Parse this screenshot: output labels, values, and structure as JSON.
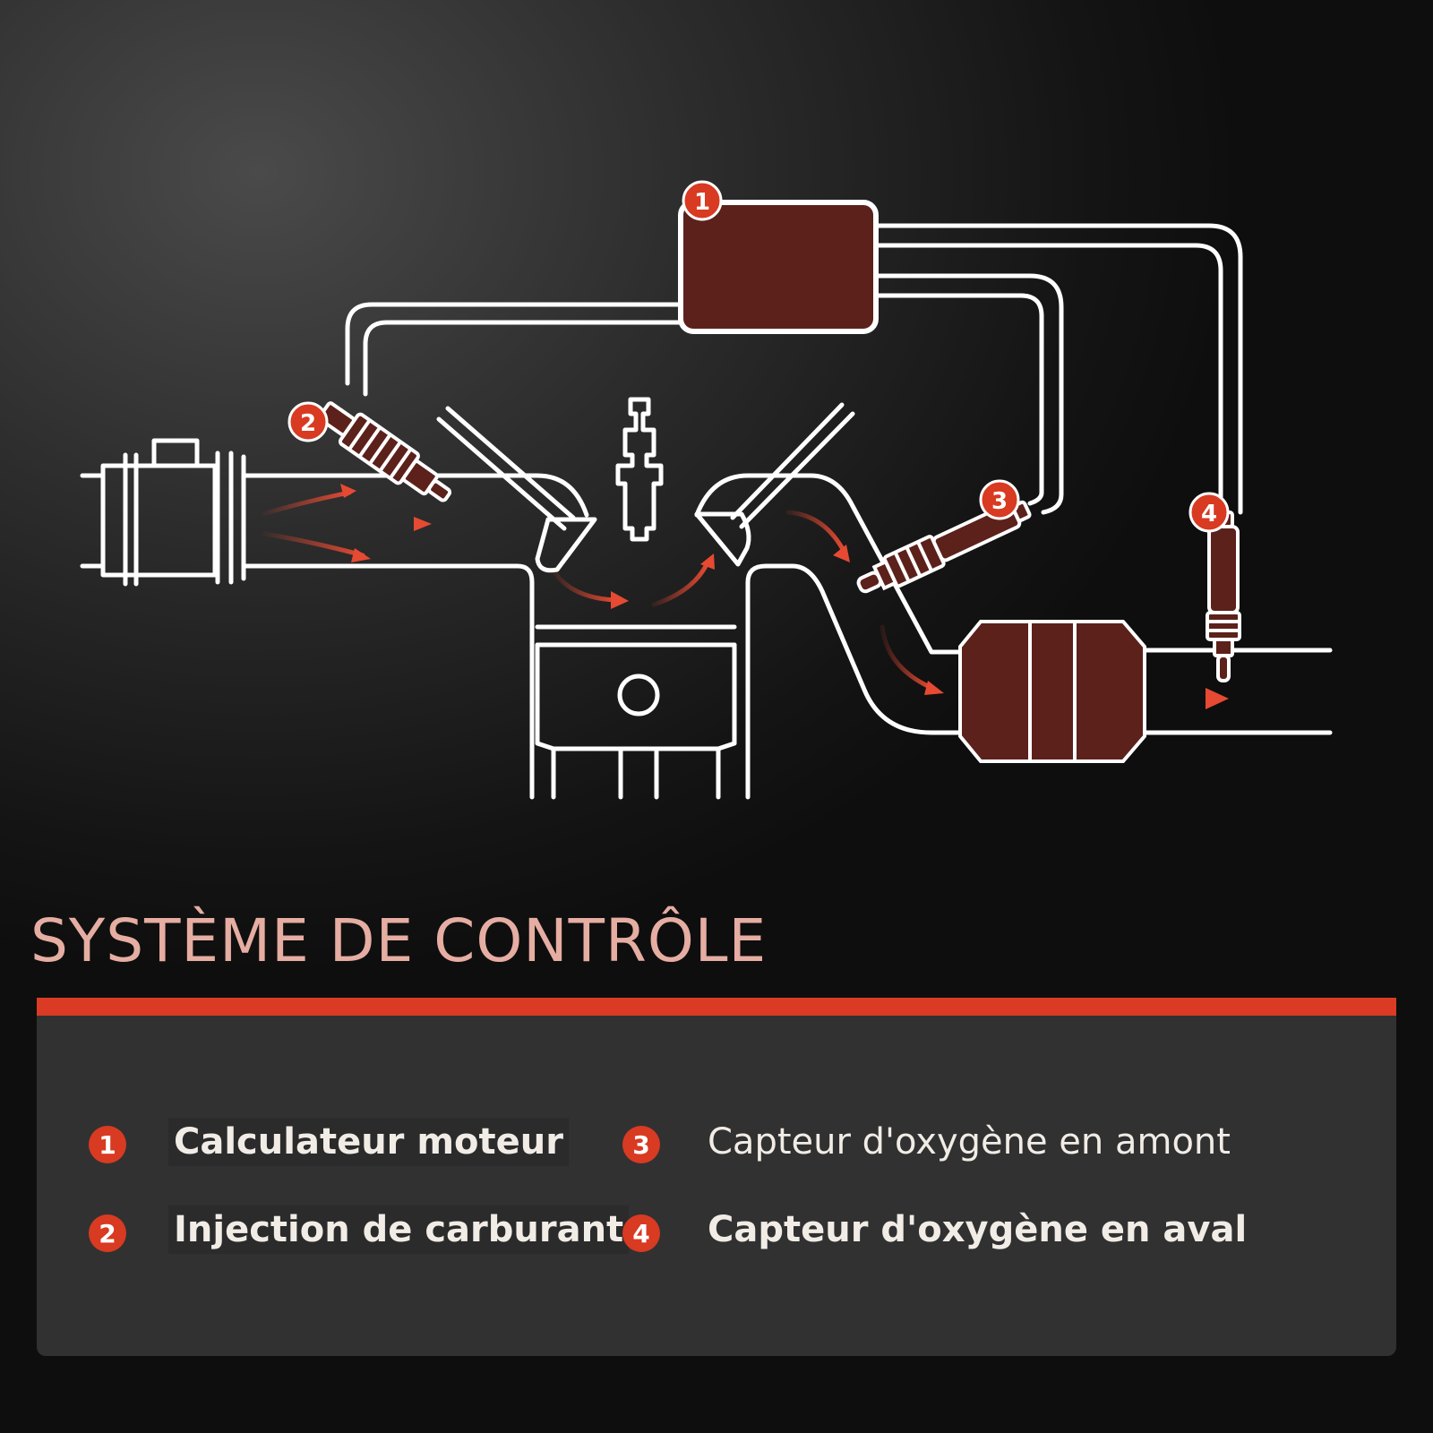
{
  "title": "SYSTÈME DE CONTRÔLE",
  "diagram": {
    "markers": [
      "1",
      "2",
      "3",
      "4"
    ]
  },
  "legend": [
    {
      "num": "1",
      "label": "Calculateur moteur"
    },
    {
      "num": "2",
      "label": "Injection de carburant"
    },
    {
      "num": "3",
      "label": "Capteur d'oxygène en amont"
    },
    {
      "num": "4",
      "label": "Capteur d'oxygène en aval"
    }
  ],
  "colors": {
    "accent": "#db3b24",
    "component_fill": "#5c211b",
    "line": "#ffffff",
    "title": "#e6ada2"
  }
}
